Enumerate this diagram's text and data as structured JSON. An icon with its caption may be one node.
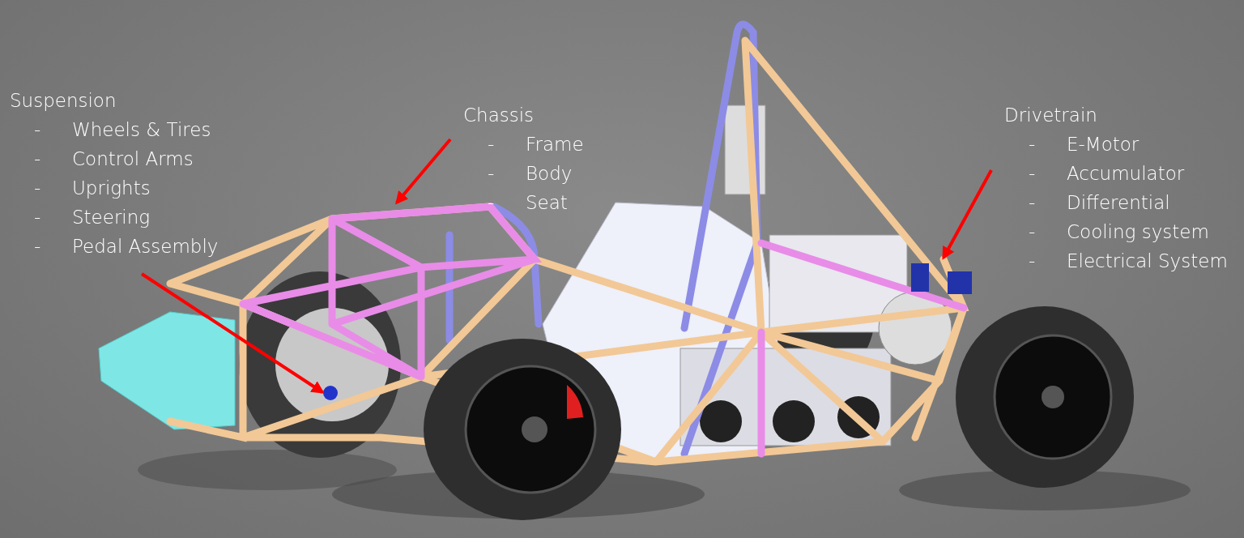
{
  "diagram": {
    "nodes": [
      {
        "text": [
          "Suspension",
          "- Wheels & Tires",
          "- Control Arms",
          "- Uprights",
          "- Steering",
          "- Pedal Assembly"
        ]
      },
      {
        "text": [
          "Chassis",
          "- Frame",
          "- Body",
          "- Seat"
        ]
      },
      {
        "text": [
          "Drivetrain",
          "- E-Motor",
          "- Accumulator",
          "- Differential",
          "- Cooling system",
          "- Electrical System"
        ]
      }
    ],
    "edges": [
      {
        "from": 0,
        "to": null,
        "arrow": "to",
        "color": "#ff0000"
      },
      {
        "from": 1,
        "to": null,
        "arrow": "to",
        "color": "#ff0000"
      },
      {
        "from": 2,
        "to": null,
        "arrow": "to",
        "color": "#ff0000"
      }
    ]
  }
}
